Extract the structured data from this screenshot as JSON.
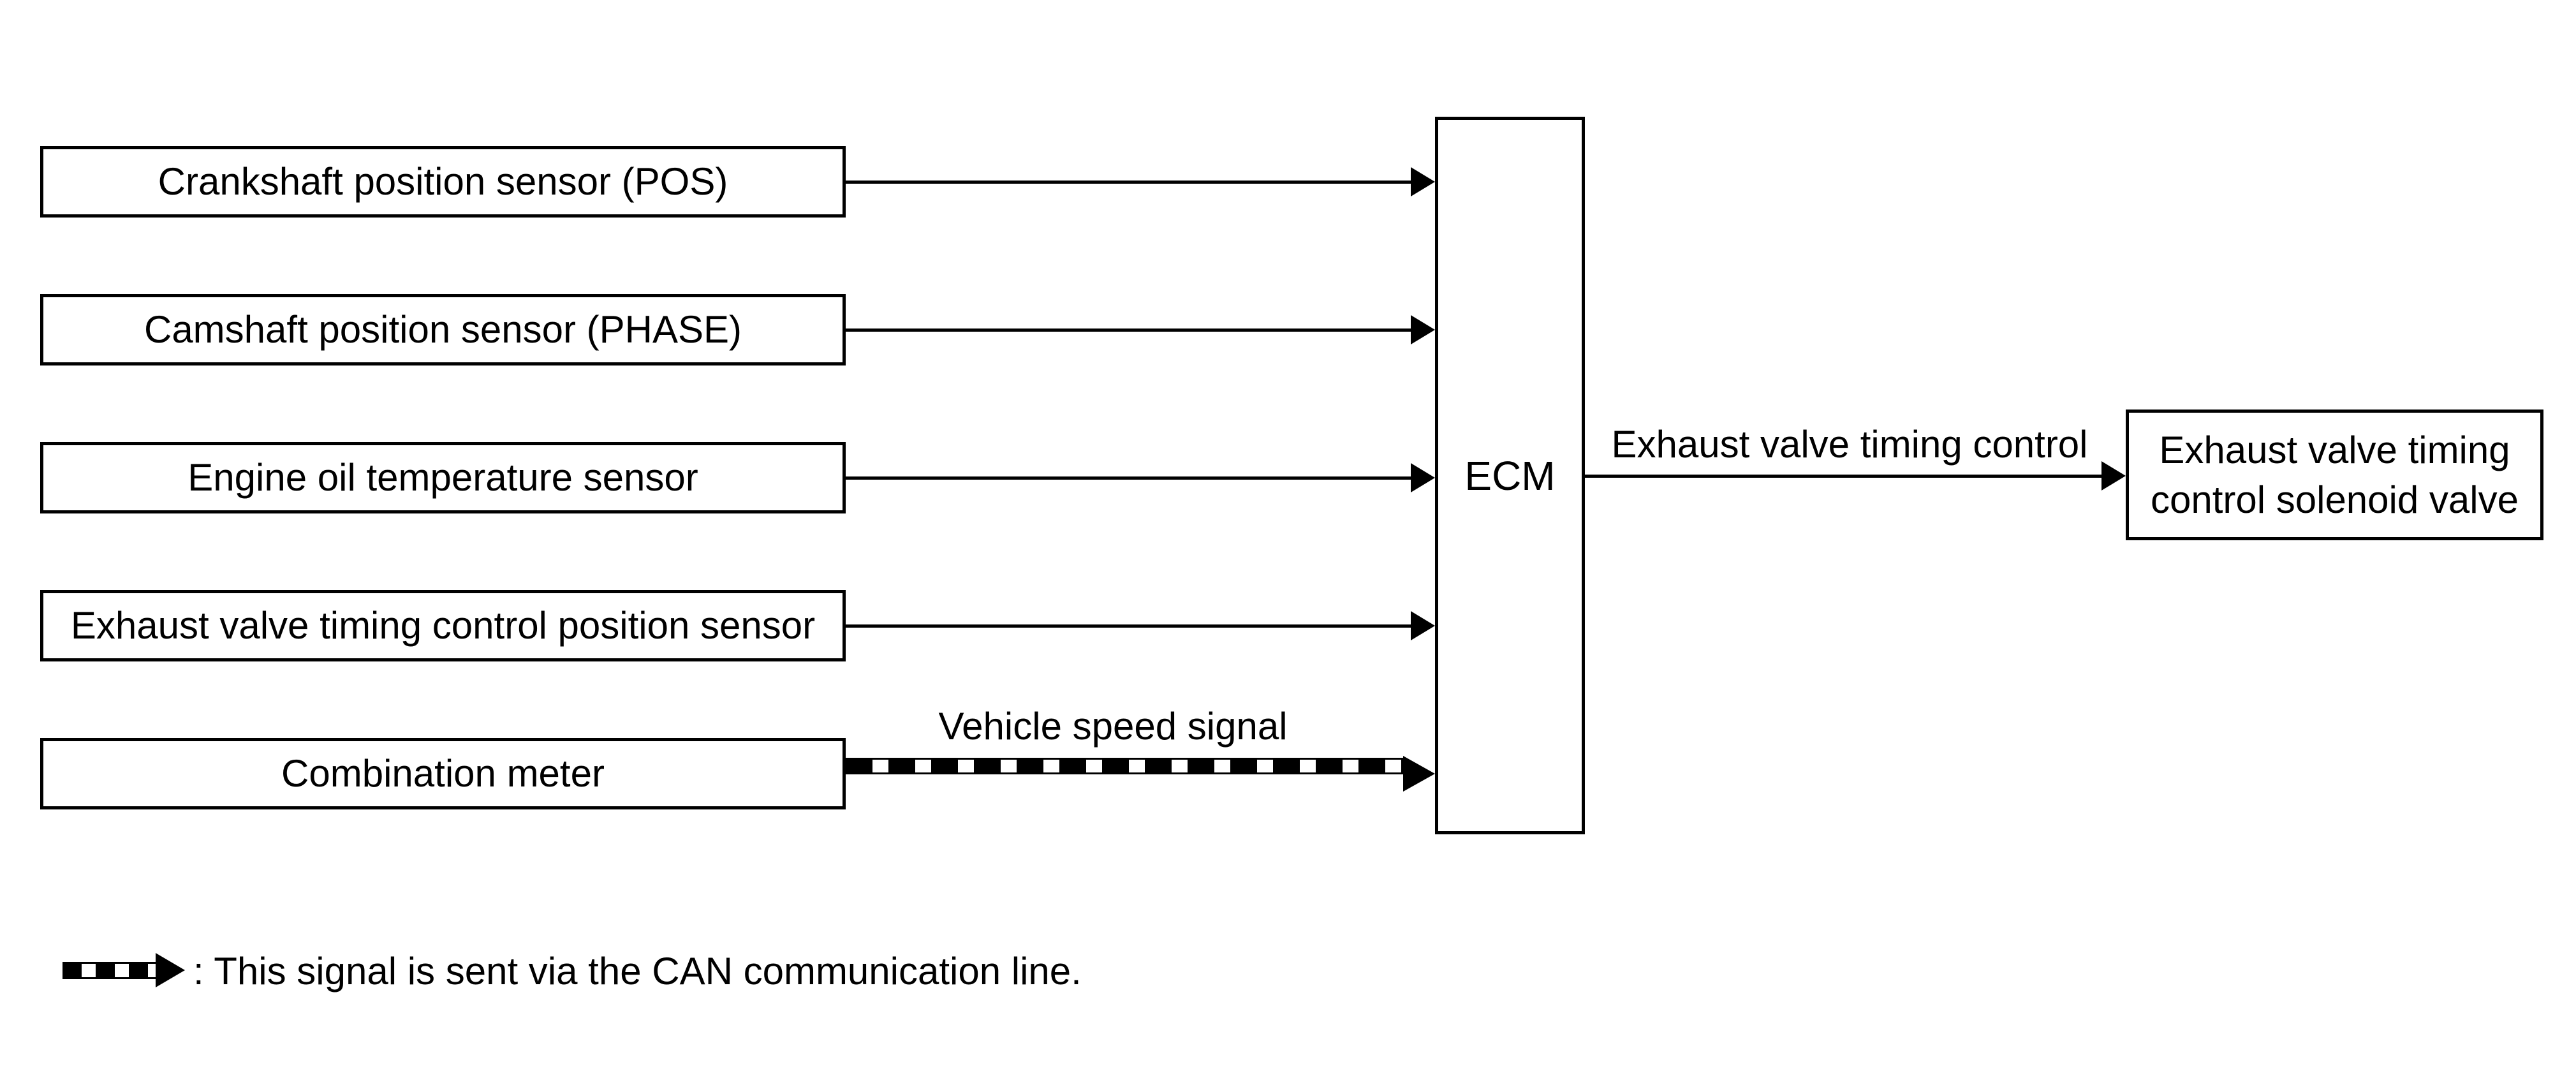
{
  "colors": {
    "ink": "#000000",
    "paper": "#ffffff"
  },
  "inputs": [
    {
      "label": "Crankshaft position sensor (POS)"
    },
    {
      "label": "Camshaft position sensor (PHASE)"
    },
    {
      "label": "Engine oil temperature sensor"
    },
    {
      "label": "Exhaust valve timing control position sensor"
    },
    {
      "label": "Combination meter",
      "signal_label": "Vehicle speed signal"
    }
  ],
  "ecm": {
    "label": "ECM"
  },
  "output": {
    "arrow_label": "Exhaust valve timing control",
    "target": {
      "lines": [
        "Exhaust valve timing",
        "control solenoid valve"
      ]
    }
  },
  "legend": {
    "text": ": This signal is sent via the CAN communication line."
  }
}
